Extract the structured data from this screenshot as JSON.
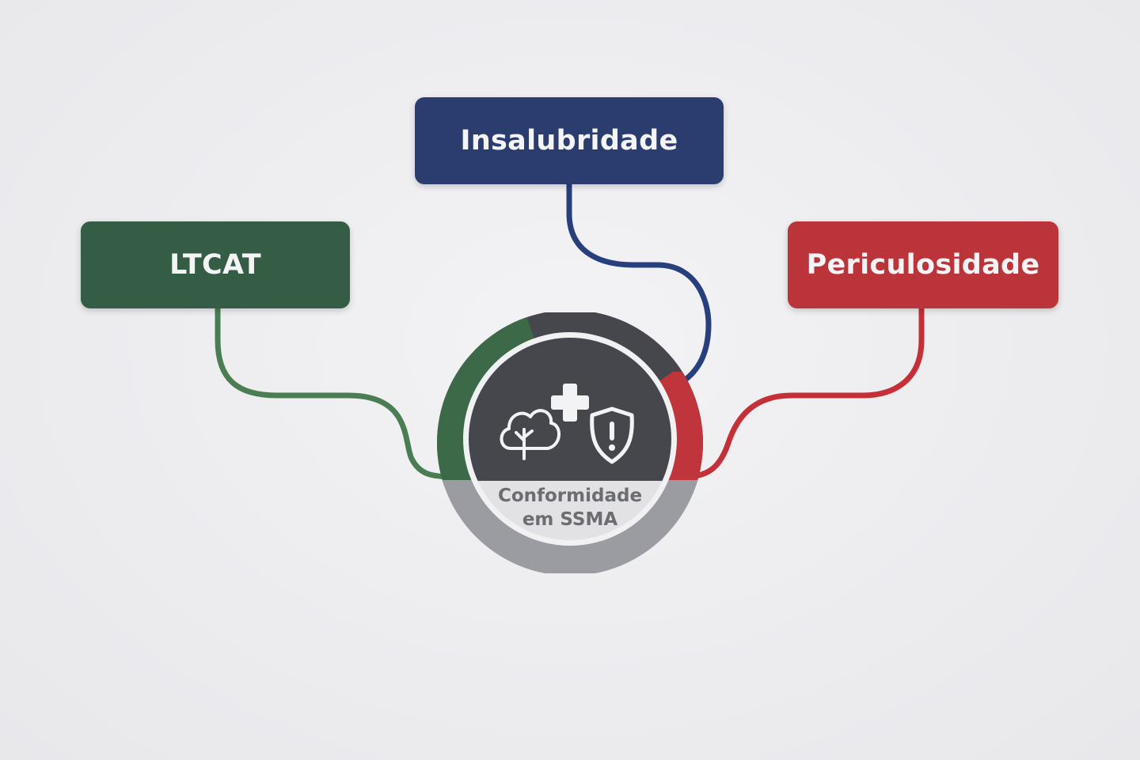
{
  "nodes": {
    "insalubridade": {
      "label": "Insalubridade",
      "color": "#2a3d6e"
    },
    "ltcat": {
      "label": "LTCAT",
      "color": "#355c45"
    },
    "periculosidade": {
      "label": "Periculosidade",
      "color": "#bb343a"
    }
  },
  "hub": {
    "line1": "Conformidade",
    "line2": "em SSMA",
    "ring_colors": {
      "green": "#3c6a48",
      "dark": "#45474d",
      "red": "#c0353b",
      "grey": "#9a9ca1"
    },
    "icons": [
      "tree-icon",
      "plus-icon",
      "shield-alert-icon"
    ]
  },
  "connector_colors": {
    "ltcat": "#4b7d52",
    "insalubridade": "#273f7d",
    "periculosidade": "#c53038"
  }
}
